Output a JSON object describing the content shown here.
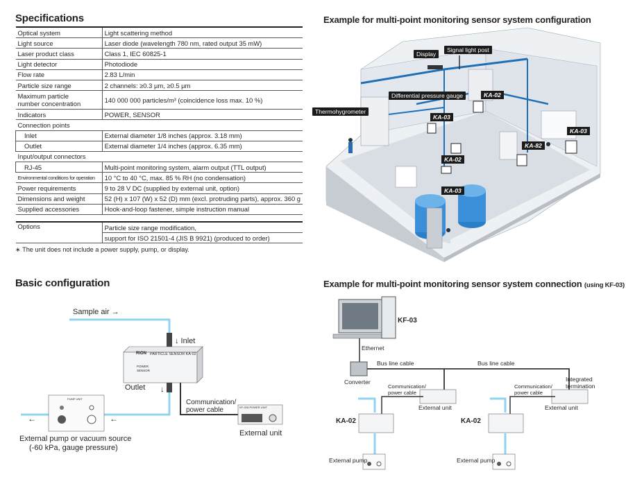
{
  "spec": {
    "title": "Specifications",
    "rows": [
      {
        "label": "Optical system",
        "value": "Light scattering method"
      },
      {
        "label": "Light source",
        "value": "Laser diode (wavelength 780 nm, rated output 35 mW)"
      },
      {
        "label": "Laser product class",
        "value": "Class 1, IEC 60825-1"
      },
      {
        "label": "Light detector",
        "value": "Photodiode"
      },
      {
        "label": "Flow rate",
        "value": "2.83 L/min"
      },
      {
        "label": "Particle size range",
        "value": "2 channels: ≥0.3 µm, ≥0.5 µm"
      },
      {
        "label": "Maximum particle",
        "label2": "number concentration",
        "value": "140 000 000 particles/m³ (coincidence loss max. 10 %)"
      },
      {
        "label": "Indicators",
        "value": "POWER, SENSOR"
      },
      {
        "label": "Connection points",
        "value": ""
      },
      {
        "label": "Inlet",
        "value": "External diameter 1/8 inches (approx. 3.18 mm)"
      },
      {
        "label": "Outlet",
        "value": "External diameter 1/4 inches (approx. 6.35 mm)"
      },
      {
        "label": "Input/output connectors",
        "value": ""
      },
      {
        "label": "RJ-45",
        "value": "Multi-point monitoring system, alarm output (TTL output)"
      },
      {
        "label": "Environmental conditions for operation",
        "value": "10 °C to 40 °C, max. 85 % RH (no condensation)"
      },
      {
        "label": "Power requirements",
        "value": "9 to 28 V DC (supplied by external unit, option)"
      },
      {
        "label": "Dimensions and weight",
        "value": "52 (H) x 107 (W) x 52 (D) mm (excl. protruding parts), approx. 360 g"
      },
      {
        "label": "Supplied accessories",
        "value": "Hook-and-loop fastener, simple instruction manual"
      }
    ],
    "options_label": "Options",
    "options_value1": "Particle size range modification,",
    "options_value2": "support for ISO 21501-4 (JIS B 9921) (produced to order)",
    "note": "∗ The unit does not include a power supply, pump, or display."
  },
  "config_example": {
    "title": "Example for multi-point monitoring sensor system configuration",
    "tags": {
      "display": "Display",
      "signal": "Signal light post",
      "diff": "Differential pressure gauge",
      "thermo": "Thermohygrometer",
      "ka02a": "KA-02",
      "ka03a": "KA-03",
      "ka03b": "KA-03",
      "ka82": "KA-82",
      "ka02b": "KA-02",
      "ka03c": "KA-03"
    }
  },
  "basic": {
    "title": "Basic configuration",
    "sample_air": "Sample air →",
    "inlet": "↓ Inlet",
    "outlet": "Outlet",
    "outlet_arrow": "↓",
    "sensor_brand": "RION",
    "sensor_name": "PARTICLE SENSOR  KA-02",
    "power": "POWER",
    "sensor": "SENSOR",
    "comm1": "Communication/",
    "comm2": "power cable",
    "external_unit": "External unit",
    "pump1": "External pump or vacuum source",
    "pump2": "(-60 kPa, gauge pressure)",
    "arrow_left": "←",
    "pump_unit_label": "PUMP UNIT",
    "ext_unit_label": "KF-02A POWER UNIT"
  },
  "connection": {
    "title": "Example for multi-point monitoring sensor system connection",
    "title_suffix": "(using KF-03)",
    "kf03": "KF-03",
    "ethernet": "Ethernet",
    "converter": "Converter",
    "bus1": "Bus line cable",
    "bus2": "Bus line cable",
    "comm_a1": "Communication/",
    "comm_a2": "power cable",
    "comm_b1": "Communication/",
    "comm_b2": "power cable",
    "ext_a": "External unit",
    "ext_b": "External unit",
    "integrated1": "Integrated",
    "integrated2": "termination",
    "ka02_left": "KA-02",
    "ka02_right": "KA-02",
    "pump_a": "External pump",
    "pump_b": "External pump"
  },
  "colors": {
    "air_line": "#8fd4ee",
    "cable": "#333333",
    "cleanroom_blue": "#1e6fb6"
  }
}
